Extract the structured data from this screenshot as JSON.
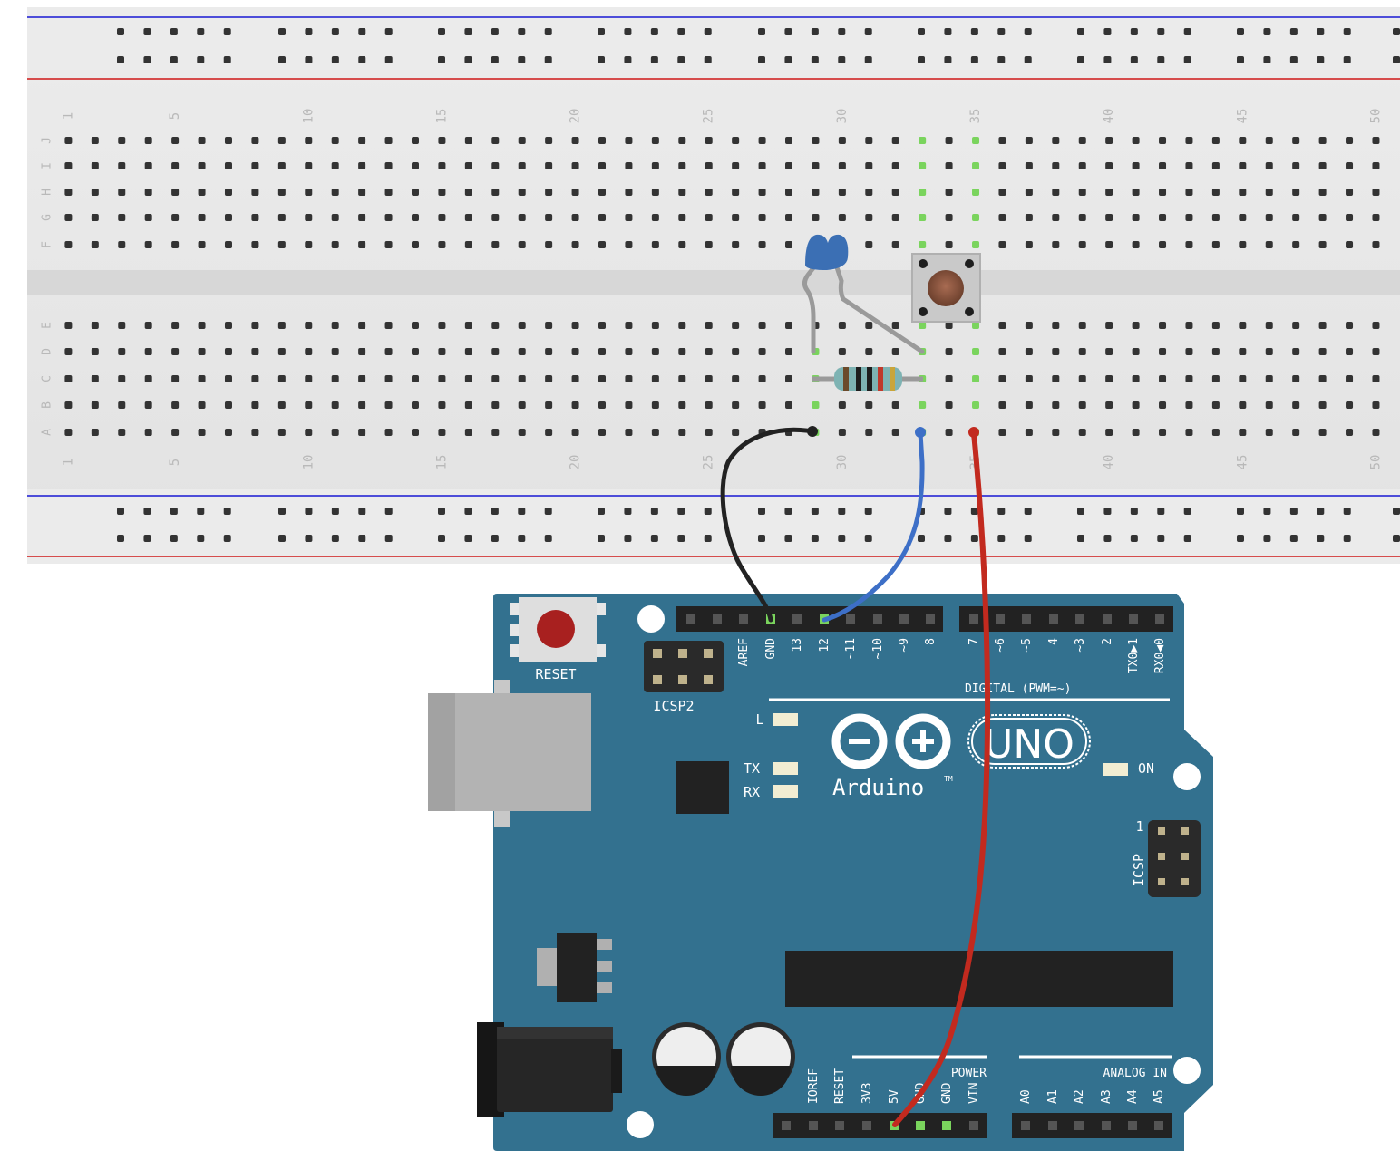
{
  "breadboard": {
    "row_labels": [
      "J",
      "I",
      "H",
      "G",
      "F",
      "E",
      "D",
      "C",
      "B",
      "A"
    ],
    "column_numbers": [
      "1",
      "5",
      "10",
      "15",
      "20",
      "25",
      "30",
      "35",
      "40",
      "45",
      "50"
    ]
  },
  "components": {
    "capacitor": "ceramic capacitor",
    "resistor": "resistor",
    "pushbutton": "pushbutton"
  },
  "arduino": {
    "reset_label": "RESET",
    "icsp2_label": "ICSP2",
    "digital_header_label": "DIGITAL (PWM=~)",
    "digital_pins": [
      "AREF",
      "GND",
      "13",
      "12",
      "~11",
      "~10",
      "~9",
      "8",
      "7",
      "~6",
      "~5",
      "4",
      "~3",
      "2",
      "TX0▶1",
      "RX0◀0"
    ],
    "led_l": "L",
    "led_tx": "TX",
    "led_rx": "RX",
    "led_on": "ON",
    "brand": "Arduino",
    "trademark": "TM",
    "model": "UNO",
    "icsp_label": "ICSP",
    "icsp_pin1": "1",
    "power_header_label": "POWER",
    "power_pins": [
      "IOREF",
      "RESET",
      "3V3",
      "5V",
      "GND",
      "GND",
      "VIN"
    ],
    "analog_header_label": "ANALOG IN",
    "analog_pins": [
      "A0",
      "A1",
      "A2",
      "A3",
      "A4",
      "A5"
    ]
  },
  "wires": [
    {
      "name": "black-wire",
      "color": "#222222",
      "from": "A29",
      "to": "GND"
    },
    {
      "name": "blue-wire",
      "color": "#3d6fc7",
      "from": "A33",
      "to": "12"
    },
    {
      "name": "red-wire",
      "color": "#c22a1f",
      "from": "A35",
      "to": "5V"
    }
  ],
  "colors": {
    "board": "#33718f",
    "breadboard": "#e8e8e8",
    "rail_red": "#d64c4c",
    "rail_blue": "#4d4dd9",
    "highlight": "#7ad45d"
  }
}
